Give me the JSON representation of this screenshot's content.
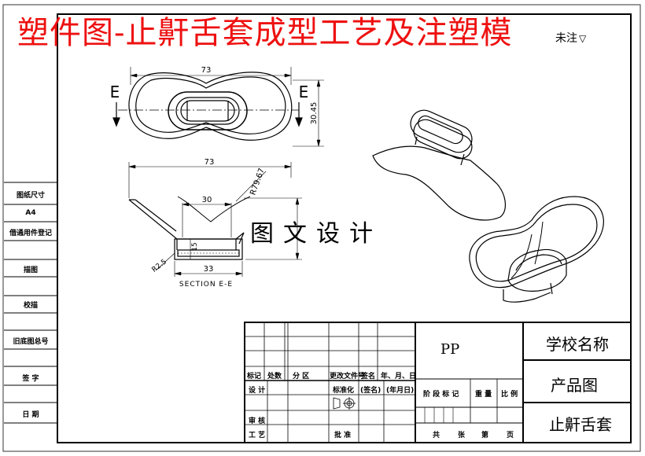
{
  "banner": {
    "title": "塑件图-止鼾舌套成型工艺及注塑模"
  },
  "corner_note": "未注",
  "front_view": {
    "section_marker_left": "E",
    "section_marker_right": "E",
    "dim_width": "73",
    "dim_height": "30.45"
  },
  "section_view": {
    "dim_width": "73",
    "dim_radius_large": "R79.67",
    "dim_inner": "30",
    "dim_height": "15",
    "dim_radius_small": "R2.5",
    "dim_bottom": "33",
    "label": "SECTION E-E"
  },
  "watermark": "图文设计",
  "side_column": {
    "labels": [
      "图纸尺寸",
      "A4",
      "借通用件登记",
      "描图",
      "校描",
      "旧底图总号",
      "签 字",
      "日 期"
    ]
  },
  "title_block": {
    "material": "PP",
    "school_name": "学校名称",
    "drawing_type": "产品图",
    "part_name": "止鼾舌套",
    "row_marks": [
      "标记",
      "处数",
      "分 区",
      "更改文件号",
      "签名",
      "年、月、日"
    ],
    "design": "设 计",
    "standardize": "标准化",
    "sign": "(签名)",
    "date": "(年月日)",
    "stage_header": [
      "阶 段 标 记",
      "重 量",
      "比 例"
    ],
    "review": "审 核",
    "process": "工 艺",
    "approve": "批 准",
    "sheets": [
      "共",
      "张",
      "第",
      "页"
    ]
  }
}
